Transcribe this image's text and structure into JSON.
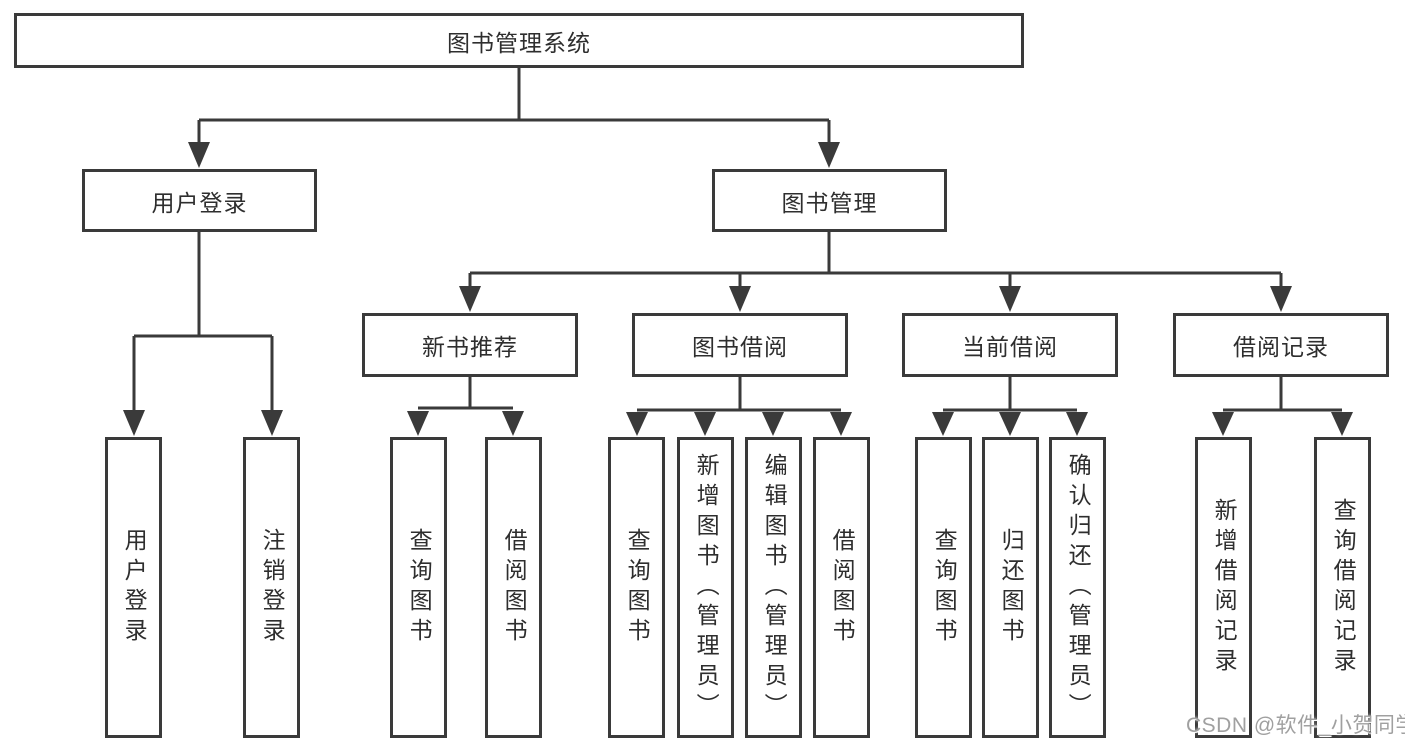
{
  "tree": {
    "label": "图书管理系统",
    "children": [
      {
        "label": "用户登录",
        "children": [
          {
            "label": "用户登录"
          },
          {
            "label": "注销登录"
          }
        ]
      },
      {
        "label": "图书管理",
        "children": [
          {
            "label": "新书推荐",
            "children": [
              {
                "label": "查询图书"
              },
              {
                "label": "借阅图书"
              }
            ]
          },
          {
            "label": "图书借阅",
            "children": [
              {
                "label": "查询图书"
              },
              {
                "label": "新增图书（管理员）"
              },
              {
                "label": "编辑图书（管理员）"
              },
              {
                "label": "借阅图书"
              }
            ]
          },
          {
            "label": "当前借阅",
            "children": [
              {
                "label": "查询图书"
              },
              {
                "label": "归还图书"
              },
              {
                "label": "确认归还（管理员）"
              }
            ]
          },
          {
            "label": "借阅记录",
            "children": [
              {
                "label": "新增借阅记录"
              },
              {
                "label": "查询借阅记录"
              }
            ]
          }
        ]
      }
    ]
  },
  "watermark": {
    "text": "CSDN @软件_小贺同学"
  },
  "colors": {
    "line": "#3a3a3a",
    "text": "#2e2e2e",
    "watermark": "#a0a0a0",
    "background": "#ffffff"
  }
}
